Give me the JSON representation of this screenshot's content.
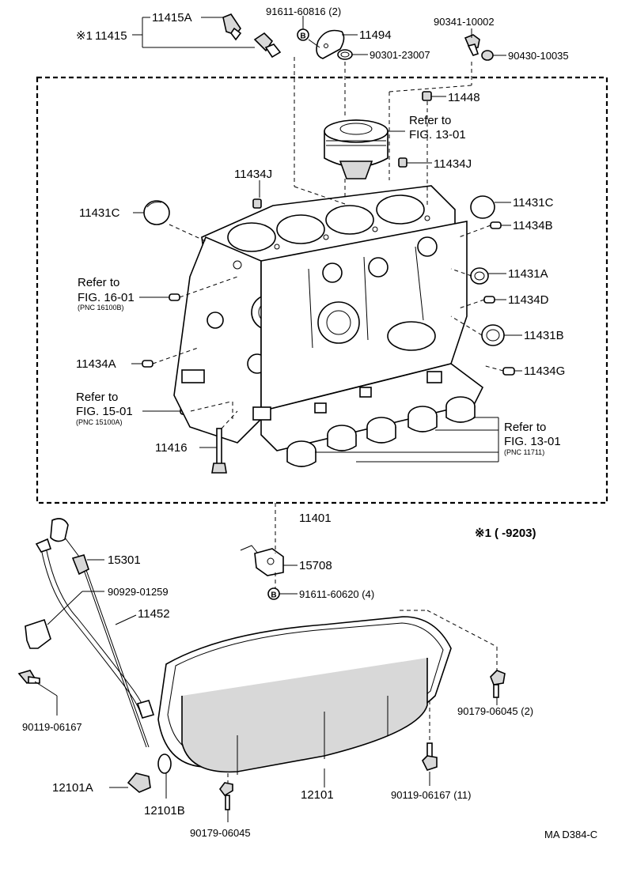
{
  "diagram": {
    "callouts": {
      "c11415A": "11415A",
      "c11415": "11415",
      "c11415_prefix": "※1",
      "c91611_60816": "91611-60816 (2)",
      "c11494": "11494",
      "c90301_23007": "90301-23007",
      "c90341_10002": "90341-10002",
      "c90430_10035": "90430-10035",
      "c11448": "11448",
      "c11434J_right": "11434J",
      "c11434J_left": "11434J",
      "c11431C_left": "11431C",
      "c11431C_right": "11431C",
      "c11434B": "11434B",
      "c11431A": "11431A",
      "c11434D": "11434D",
      "c11431B": "11431B",
      "c11434A": "11434A",
      "c11434G": "11434G",
      "c11416": "11416",
      "c11401": "11401",
      "c15301": "15301",
      "c15708": "15708",
      "c90929_01259": "90929-01259",
      "c91611_60620": "91611-60620 (4)",
      "c11452": "11452",
      "c90119_06167_left": "90119-06167",
      "c90179_06045_right": "90179-06045 (2)",
      "c12101A": "12101A",
      "c12101B": "12101B",
      "c12101": "12101",
      "c90119_06167_11": "90119-06167 (11)",
      "c90179_06045": "90179-06045"
    },
    "refs": {
      "ref_piston_1": "Refer to",
      "ref_piston_2": "FIG. 13-01",
      "ref_16_1": "Refer to",
      "ref_16_2": "FIG. 16-01",
      "ref_16_3": "(PNC 16100B)",
      "ref_15_1": "Refer to",
      "ref_15_2": "FIG. 15-01",
      "ref_15_3": "(PNC 15100A)",
      "ref_bear_1": "Refer to",
      "ref_bear_2": "FIG. 13-01",
      "ref_bear_3": "(PNC 11711)"
    },
    "badge_letter": "B",
    "footnote_mark": "※1",
    "footnote_range": "(        -9203)",
    "figure_code": "MA D384-C"
  }
}
